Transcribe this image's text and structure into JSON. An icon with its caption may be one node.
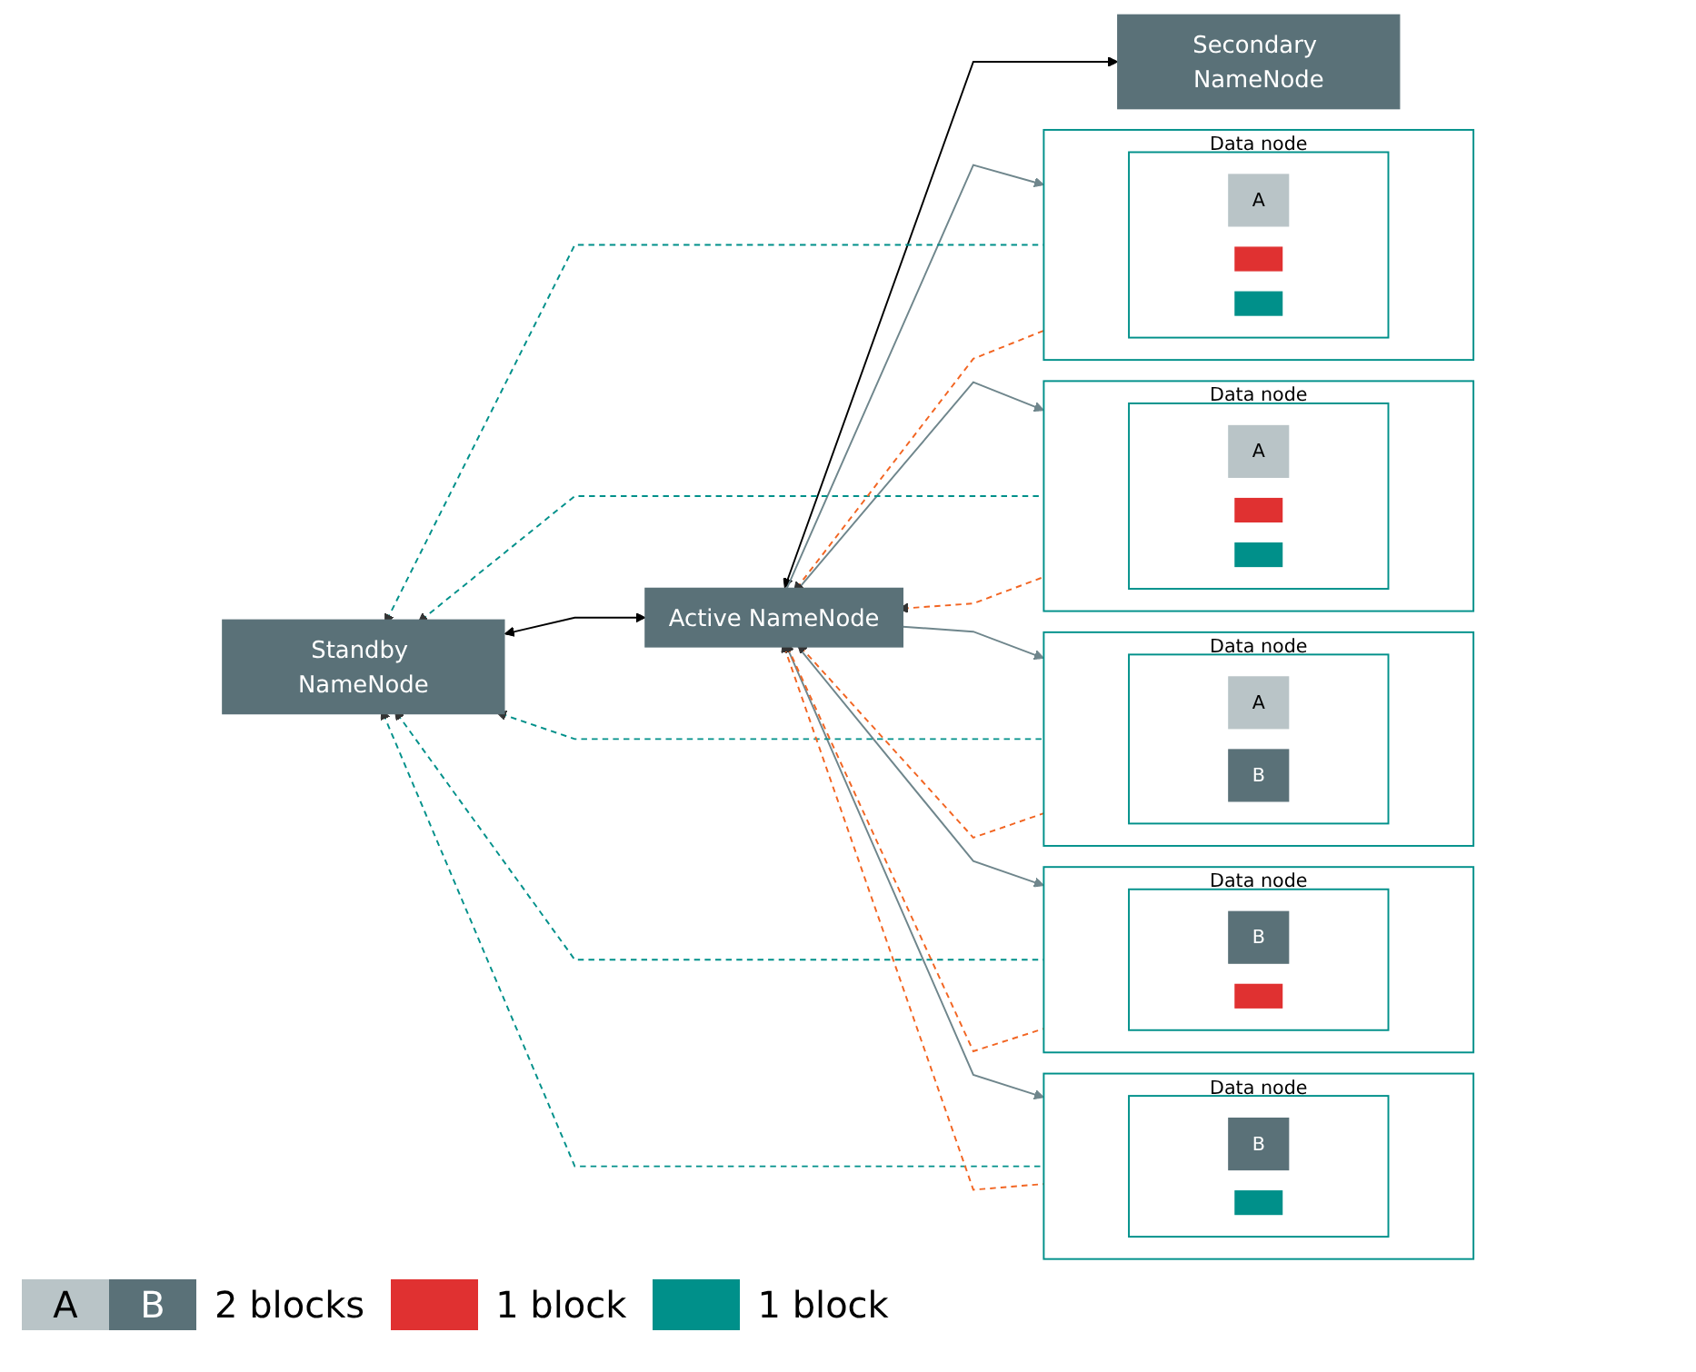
{
  "diagram": {
    "nodes": [
      {
        "text": [
          "Standby NameNode"
        ]
      },
      {
        "text": [
          "Active NameNode"
        ]
      },
      {
        "text": [
          "Secondary NameNode"
        ]
      },
      {
        "text": [
          "Data node"
        ]
      },
      {
        "text": [],
        "shape": "box",
        "in": 3
      },
      {
        "text": [
          "A"
        ],
        "in": 4
      },
      {
        "text": [],
        "shape": "box",
        "in": 4
      },
      {
        "text": [],
        "shape": "box",
        "in": 4
      },
      {
        "text": [
          "Data node"
        ]
      },
      {
        "text": [],
        "shape": "box",
        "in": 8
      },
      {
        "text": [
          "A"
        ],
        "in": 9
      },
      {
        "text": [],
        "shape": "box",
        "in": 9
      },
      {
        "text": [],
        "shape": "box",
        "in": 9
      },
      {
        "text": [
          "Data node"
        ]
      },
      {
        "text": [],
        "shape": "box",
        "in": 13
      },
      {
        "text": [
          "A"
        ],
        "in": 14
      },
      {
        "text": [
          "B"
        ],
        "in": 14
      },
      {
        "text": [
          "Data node"
        ]
      },
      {
        "text": [],
        "shape": "box",
        "in": 17
      },
      {
        "text": [
          "B"
        ],
        "in": 18
      },
      {
        "text": [],
        "shape": "box",
        "in": 18
      },
      {
        "text": [
          "Data node"
        ]
      },
      {
        "text": [],
        "shape": "box",
        "in": 21
      },
      {
        "text": [
          "B"
        ],
        "in": 22
      },
      {
        "text": [],
        "shape": "box",
        "in": 22
      }
    ],
    "edges": [
      {
        "from": 0,
        "to": 1,
        "arrow": "both",
        "color": "#000000"
      },
      {
        "from": 1,
        "to": 2,
        "arrow": "both",
        "color": "#000000"
      },
      {
        "from": 1,
        "to": 3,
        "arrow": "to",
        "color": "#6f868c"
      },
      {
        "from": 1,
        "to": 8,
        "arrow": "to",
        "color": "#6f868c"
      },
      {
        "from": 1,
        "to": 13,
        "arrow": "to",
        "color": "#6f868c"
      },
      {
        "from": 1,
        "to": 17,
        "arrow": "to",
        "color": "#6f868c"
      },
      {
        "from": 1,
        "to": 21,
        "arrow": "to",
        "color": "#6f868c"
      },
      {
        "from": 3,
        "to": 0,
        "arrow": "to",
        "style": "dashed",
        "color": "#00908a"
      },
      {
        "from": 8,
        "to": 0,
        "arrow": "to",
        "style": "dashed",
        "color": "#00908a"
      },
      {
        "from": 13,
        "to": 0,
        "arrow": "to",
        "style": "dashed",
        "color": "#00908a"
      },
      {
        "from": 17,
        "to": 0,
        "arrow": "to",
        "style": "dashed",
        "color": "#00908a"
      },
      {
        "from": 21,
        "to": 0,
        "arrow": "to",
        "style": "dashed",
        "color": "#00908a"
      },
      {
        "from": 3,
        "to": 1,
        "arrow": "to",
        "style": "dashed",
        "color": "#f26522"
      },
      {
        "from": 8,
        "to": 1,
        "arrow": "to",
        "style": "dashed",
        "color": "#f26522"
      },
      {
        "from": 13,
        "to": 1,
        "arrow": "to",
        "style": "dashed",
        "color": "#f26522"
      },
      {
        "from": 17,
        "to": 1,
        "arrow": "to",
        "style": "dashed",
        "color": "#f26522"
      },
      {
        "from": 21,
        "to": 1,
        "arrow": "to",
        "style": "dashed",
        "color": "#f26522"
      }
    ],
    "labels": [
      "A",
      "B"
    ],
    "legend": [
      {
        "text": "2 blocks"
      },
      {
        "text": "1 block",
        "color": "#e03131"
      },
      {
        "text": "1 block",
        "color": "#00908a"
      }
    ]
  }
}
